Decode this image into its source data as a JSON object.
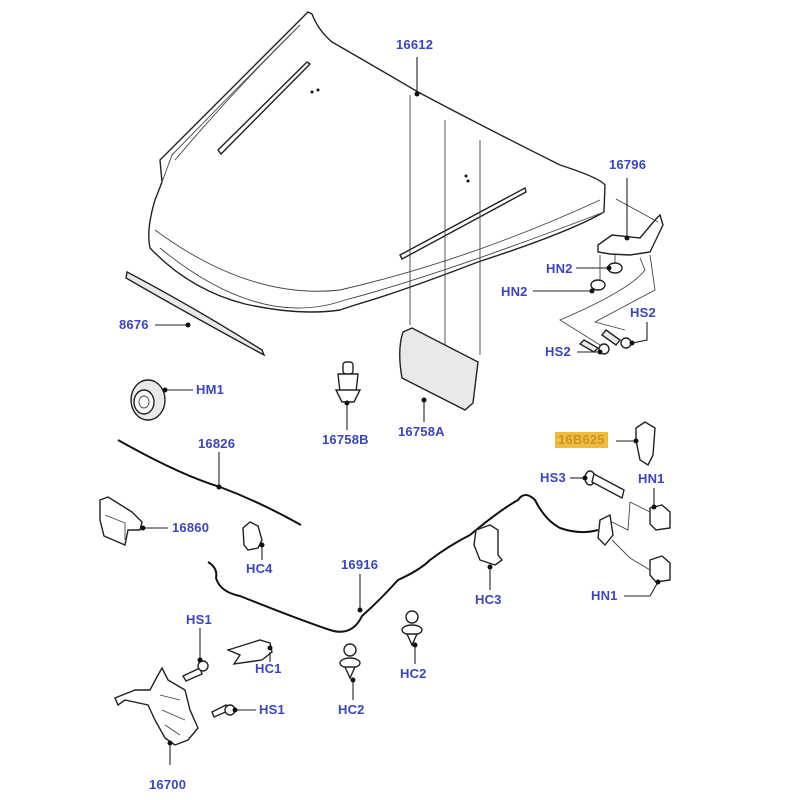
{
  "diagram": {
    "title": "Hood / bonnet assembly exploded parts view",
    "accent_color": "#3a44c4",
    "highlight_color": "#f2bb3a",
    "parts": [
      {
        "id": "16612",
        "label": "16612",
        "name": "hood-panel"
      },
      {
        "id": "16796",
        "label": "16796",
        "name": "hood-hinge"
      },
      {
        "id": "HN2a",
        "label": "HN2",
        "name": "hinge-nut"
      },
      {
        "id": "HN2b",
        "label": "HN2",
        "name": "hinge-nut"
      },
      {
        "id": "HS2a",
        "label": "HS2",
        "name": "hinge-screw"
      },
      {
        "id": "HS2b",
        "label": "HS2",
        "name": "hinge-screw"
      },
      {
        "id": "8676",
        "label": "8676",
        "name": "hood-seal-strip"
      },
      {
        "id": "HM1",
        "label": "HM1",
        "name": "bump-stop"
      },
      {
        "id": "16758B",
        "label": "16758B",
        "name": "hood-bumper"
      },
      {
        "id": "16758A",
        "label": "16758A",
        "name": "insulation-pad"
      },
      {
        "id": "16B625",
        "label": "16B625",
        "name": "hood-support-clip",
        "highlighted": true
      },
      {
        "id": "HS3",
        "label": "HS3",
        "name": "support-screw"
      },
      {
        "id": "HN1a",
        "label": "HN1",
        "name": "nut-clip"
      },
      {
        "id": "HN1b",
        "label": "HN1",
        "name": "nut-clip"
      },
      {
        "id": "16826",
        "label": "16826",
        "name": "hood-prop-rod"
      },
      {
        "id": "16860",
        "label": "16860",
        "name": "prop-rod-bracket"
      },
      {
        "id": "HC4",
        "label": "HC4",
        "name": "rod-clip"
      },
      {
        "id": "16916",
        "label": "16916",
        "name": "release-cable"
      },
      {
        "id": "HC3",
        "label": "HC3",
        "name": "cable-clip"
      },
      {
        "id": "HS1a",
        "label": "HS1",
        "name": "latch-screw"
      },
      {
        "id": "HS1b",
        "label": "HS1",
        "name": "latch-screw"
      },
      {
        "id": "HC1",
        "label": "HC1",
        "name": "cable-retainer"
      },
      {
        "id": "HC2a",
        "label": "HC2",
        "name": "push-clip"
      },
      {
        "id": "HC2b",
        "label": "HC2",
        "name": "push-clip"
      },
      {
        "id": "16700",
        "label": "16700",
        "name": "hood-latch"
      }
    ]
  }
}
